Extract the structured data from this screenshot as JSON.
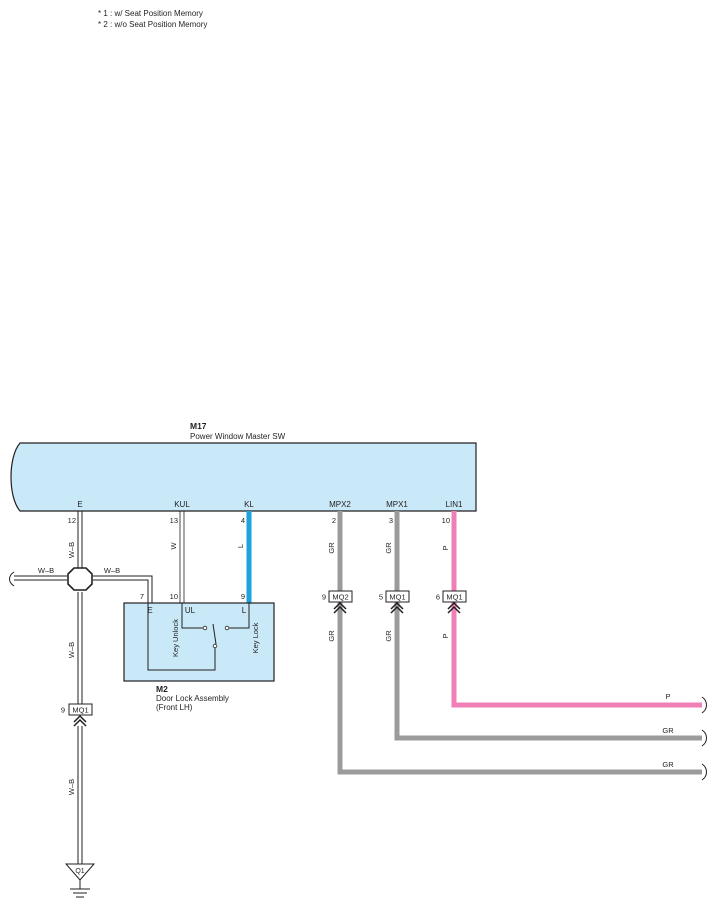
{
  "notes": [
    "* 1 : w/ Seat Position Memory",
    "* 2 : w/o Seat Position Memory"
  ],
  "colors": {
    "component_fill": "#c9e9f8",
    "wire_blue": "#1ca3dc",
    "wire_pink": "#f17fb7",
    "wire_gray": "#9b9b9e",
    "line": "#231f20"
  },
  "m17": {
    "code": "M17",
    "name": "Power Window Master SW",
    "terminals": [
      {
        "label": "E",
        "pin": "12"
      },
      {
        "label": "KUL",
        "pin": "13"
      },
      {
        "label": "KL",
        "pin": "4"
      },
      {
        "label": "MPX2",
        "pin": "2"
      },
      {
        "label": "MPX1",
        "pin": "3"
      },
      {
        "label": "LIN1",
        "pin": "10"
      }
    ]
  },
  "m2": {
    "code": "M2",
    "name_line1": "Door Lock Assembly",
    "name_line2": "(Front LH)",
    "pins": {
      "e": "7",
      "ul": "10",
      "l": "9"
    },
    "terminals": {
      "e": "E",
      "ul": "UL",
      "l": "L"
    },
    "switch_unlock": "Key Unlock",
    "switch_lock": "Key Lock"
  },
  "connectors": {
    "mq2": {
      "pin": "9",
      "name": "MQ2"
    },
    "mq1_mpx1": {
      "pin": "5",
      "name": "MQ1"
    },
    "mq1_lin1": {
      "pin": "6",
      "name": "MQ1"
    },
    "mq1_ground": {
      "pin": "9",
      "name": "MQ1"
    }
  },
  "wires": {
    "wb": "W–B",
    "w": "W",
    "l": "L",
    "gr": "GR",
    "p": "P"
  },
  "ground": {
    "name": "Q1"
  }
}
